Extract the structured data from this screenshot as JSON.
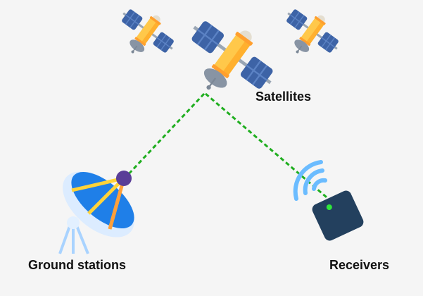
{
  "labels": {
    "satellites": "Satellites",
    "ground_stations": "Ground stations",
    "receivers": "Receivers"
  },
  "colors": {
    "link": "#1fae1f",
    "panel": "#3d63a6",
    "body": "#ffc84a",
    "receiver": "#23405e",
    "wifi": "#6bbcff"
  }
}
